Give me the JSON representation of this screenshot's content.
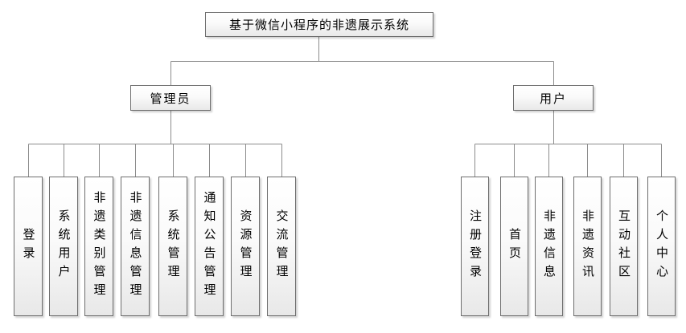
{
  "colors": {
    "box_border": "#6e6e6e",
    "box_fill_top": "#ffffff",
    "box_fill_bottom": "#e8e8e8",
    "connector_line": "#8c8c8c",
    "text": "#000000",
    "background": "#ffffff"
  },
  "tree": {
    "root": "基于微信小程序的非遗展示系统",
    "admin": {
      "label": "管理员",
      "children": [
        "登录",
        "系统用户",
        "非遗类别管理",
        "非遗信息管理",
        "系统管理",
        "通知公告管理",
        "资源管理",
        "交流管理"
      ]
    },
    "user": {
      "label": "用户",
      "children": [
        "注册登录",
        "首页",
        "非遗信息",
        "非遗资讯",
        "互动社区",
        "个人中心"
      ]
    }
  }
}
